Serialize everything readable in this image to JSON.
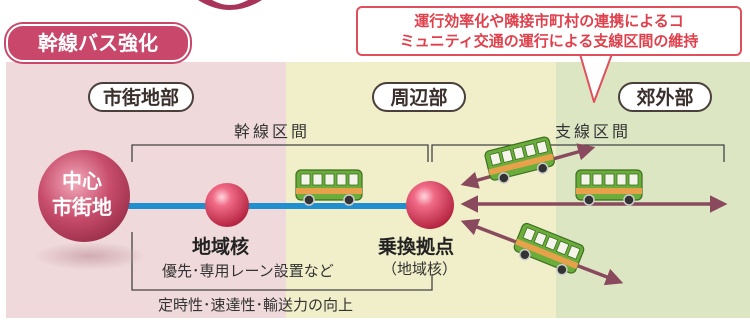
{
  "title": "幹線バス強化",
  "callout": {
    "line1": "運行効率化や隣接市町村の連携によるコ",
    "line2": "ミュニティ交通の運行による支線区間の維持"
  },
  "zones": {
    "urban": "市街地部",
    "periphery": "周辺部",
    "suburban": "郊外部"
  },
  "sections": {
    "trunk": "幹線区間",
    "branch": "支線区間"
  },
  "nodes": {
    "city_center_line1": "中心",
    "city_center_line2": "市街地",
    "regional_core": "地域核",
    "transfer_hub": "乗換拠点",
    "transfer_hub_sub": "（地域核）"
  },
  "notes": {
    "bus_lane": "優先･専用レーン設置など",
    "improvement": "定時性･速達性･輸送力の向上"
  },
  "colors": {
    "urban_bg": "#efd9da",
    "periphery_bg": "#f1efc9",
    "suburban_bg": "#dde6c3",
    "accent": "#c8476a",
    "callout": "#e0505c",
    "trunk_line": "#1f8fd0",
    "arrow": "#8a4a5e",
    "bus_body": "#6aad3a",
    "bus_band": "#e7a14a"
  }
}
